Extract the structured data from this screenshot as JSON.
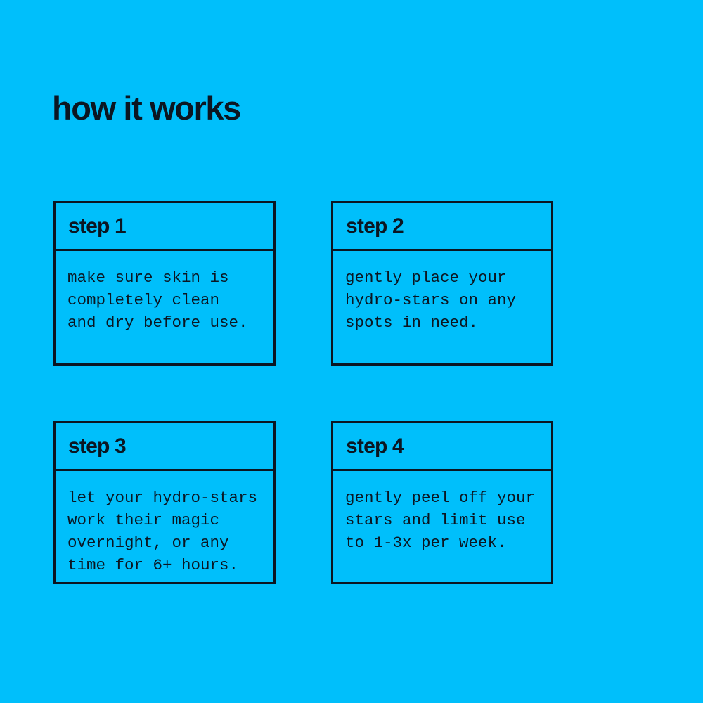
{
  "page": {
    "background_color": "#00bffb",
    "ink_color": "#0b1622",
    "title": "how it works"
  },
  "steps": [
    {
      "title": "step 1",
      "text": "make sure skin is\ncompletely clean\nand dry before use."
    },
    {
      "title": "step 2",
      "text": "gently place your\nhydro-stars on any\nspots in need."
    },
    {
      "title": "step 3",
      "text": "let your hydro-stars\nwork their magic\novernight, or any\ntime for 6+ hours."
    },
    {
      "title": "step 4",
      "text": "gently peel off your\nstars and limit use\nto 1-3x per week."
    }
  ]
}
